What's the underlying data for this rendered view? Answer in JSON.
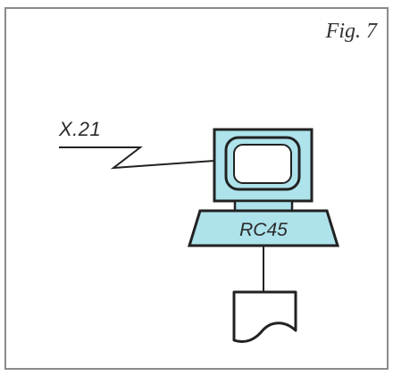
{
  "figure": {
    "label": "Fig. 7"
  },
  "diagram": {
    "line_label": "X.21",
    "terminal_label": "RC45"
  },
  "colors": {
    "device_fill": "#aee3ec",
    "device_stroke": "#222222",
    "frame_border": "#8a8a8a"
  }
}
